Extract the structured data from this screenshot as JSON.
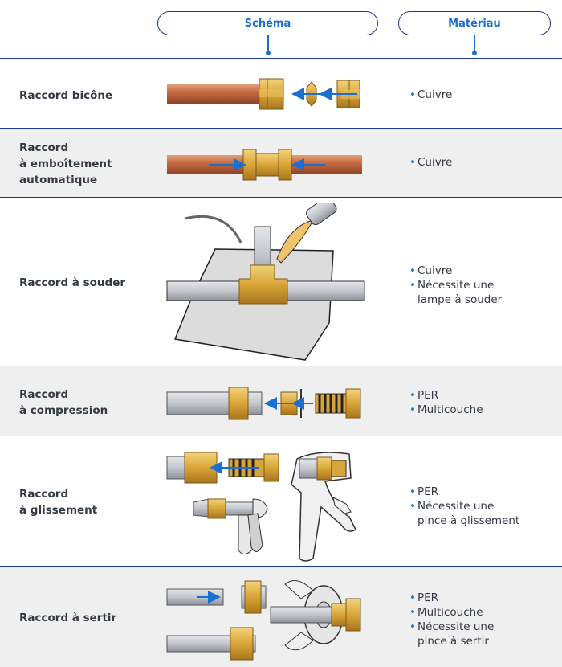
{
  "header": {
    "schema_label": "Schéma",
    "material_label": "Matériau"
  },
  "rows": [
    {
      "label": "Raccord bicône",
      "materials": [
        "Cuivre"
      ]
    },
    {
      "label": "Raccord\nà emboîtement\nautomatique",
      "materials": [
        "Cuivre"
      ]
    },
    {
      "label": "Raccord à souder",
      "materials": [
        "Cuivre",
        "Nécessite une\nlampe à souder"
      ]
    },
    {
      "label": "Raccord\nà compression",
      "materials": [
        "PER",
        "Multicouche"
      ]
    },
    {
      "label": "Raccord\nà glissement",
      "materials": [
        "PER",
        "Nécessite une\npince à glissement"
      ]
    },
    {
      "label": "Raccord à sertir",
      "materials": [
        "PER",
        "Multicouche",
        "Nécessite une\npince à sertir"
      ]
    }
  ],
  "colors": {
    "accent": "#1b6fd1",
    "border": "#1b3a8c",
    "row_shade": "#efefef",
    "copper": "#b8643b",
    "brass": "#d9a538",
    "steel": "#b9bcc2"
  },
  "icons": [
    "bicone-fitting-icon",
    "push-fit-fitting-icon",
    "solder-fitting-icon",
    "compression-fitting-icon",
    "slide-fitting-icon",
    "press-fitting-icon"
  ]
}
